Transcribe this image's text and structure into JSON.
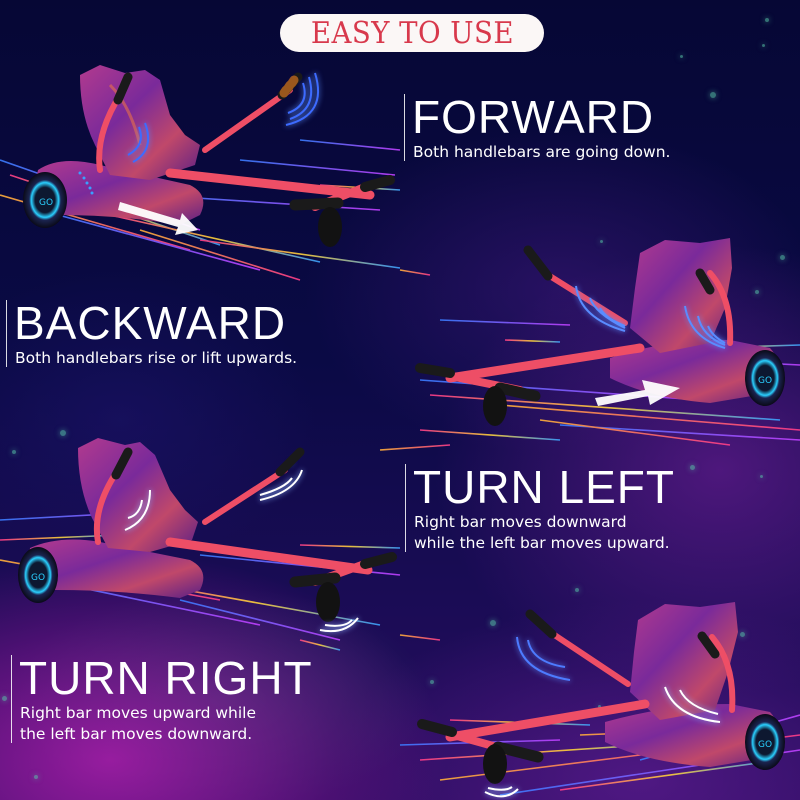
{
  "title": "EASY TO USE",
  "colors": {
    "background": "#07083a",
    "badge_bg": "#fbf7f6",
    "badge_text": "#d8394c",
    "frame": "#ee4e66",
    "seat": "#8a2d8f",
    "grip": "#1a1a1a",
    "grip_ring": "#f08020",
    "motion_arrow": "#3d6bff",
    "direction_arrow": "#ffffff",
    "text": "#ffffff"
  },
  "sections": [
    {
      "id": "forward",
      "heading": "FORWARD",
      "description_lines": [
        "Both handlebars are going down."
      ],
      "illustration": "kart-facing-right-front",
      "handlebar_motion": "both-down",
      "direction_arrow": "down-right"
    },
    {
      "id": "backward",
      "heading": "BACKWARD",
      "description_lines": [
        "Both handlebars rise or lift upwards."
      ],
      "illustration": "kart-facing-left-front",
      "handlebar_motion": "both-up",
      "direction_arrow": "right"
    },
    {
      "id": "turn_left",
      "heading": "TURN LEFT",
      "description_lines": [
        "Right bar moves downward",
        "while the left bar moves upward."
      ],
      "illustration": "kart-facing-right-front",
      "handlebar_motion": "right-down-left-up",
      "wheel_motion": "rotate"
    },
    {
      "id": "turn_right",
      "heading": "TURN RIGHT",
      "description_lines": [
        "Right bar moves upward while",
        "the left bar moves downward."
      ],
      "illustration": "kart-facing-left-front",
      "handlebar_motion": "right-up-left-down",
      "wheel_motion": "rotate"
    }
  ]
}
